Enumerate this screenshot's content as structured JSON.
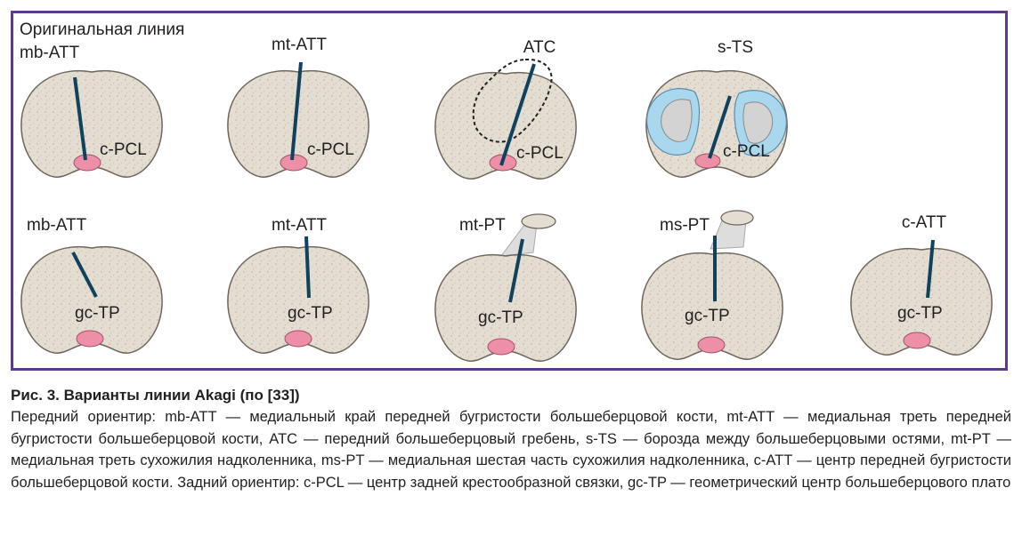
{
  "figure": {
    "top_row": [
      {
        "id": "p1",
        "title_line1": "Оригинальная линия",
        "title": "mb-ATT",
        "posterior_label": "c-PCL"
      },
      {
        "id": "p2",
        "title": "mt-ATT",
        "posterior_label": "c-PCL"
      },
      {
        "id": "p3",
        "title": "ATC",
        "posterior_label": "c-PCL"
      },
      {
        "id": "p4",
        "title": "s-TS",
        "posterior_label": "c-PCL"
      }
    ],
    "bottom_row": [
      {
        "id": "p5",
        "title": "mb-ATT",
        "center_label": "gc-TP"
      },
      {
        "id": "p6",
        "title": "mt-ATT",
        "center_label": "gc-TP"
      },
      {
        "id": "p7",
        "title": "mt-PT",
        "center_label": "gc-TP"
      },
      {
        "id": "p8",
        "title": "ms-PT",
        "center_label": "gc-TP"
      },
      {
        "id": "p9",
        "title": "c-ATT",
        "center_label": "gc-TP"
      }
    ],
    "colors": {
      "frame": "#5b3b8c",
      "plateau_fill": "#e4ddd2",
      "plateau_stroke": "#6f675d",
      "akagi_line": "#10425e",
      "pcl_fill": "#ee8fa8",
      "cartilage_fill": "#a9d7ee",
      "meniscus_gray": "#d3d3d3",
      "tendon": "#dddddd"
    },
    "icons": [
      "tibial-plateau",
      "pcl-footprint",
      "patellar-tendon",
      "meniscus",
      "atc-dashed-outline"
    ]
  },
  "caption": {
    "title": "Рис. 3. Варианты линии Akagi (по [33])",
    "body": "Передний ориентир: mb-ATT — медиальный край передней бугристости большеберцовой кости, mt-ATT — медиальная треть передней бугристости большеберцовой кости, ATC — передний большеберцовый гребень, s-TS — борозда между большеберцовыми остями, mt-PT — медиальная треть сухожилия надколенника, ms-PT — медиальная шестая часть сухожилия надколенника, c-ATT — центр передней бугристости большеберцовой кости. Задний ориентир: c-PCL — центр задней крестообразной связки, gc-TP — геометрический центр большеберцового плато"
  }
}
